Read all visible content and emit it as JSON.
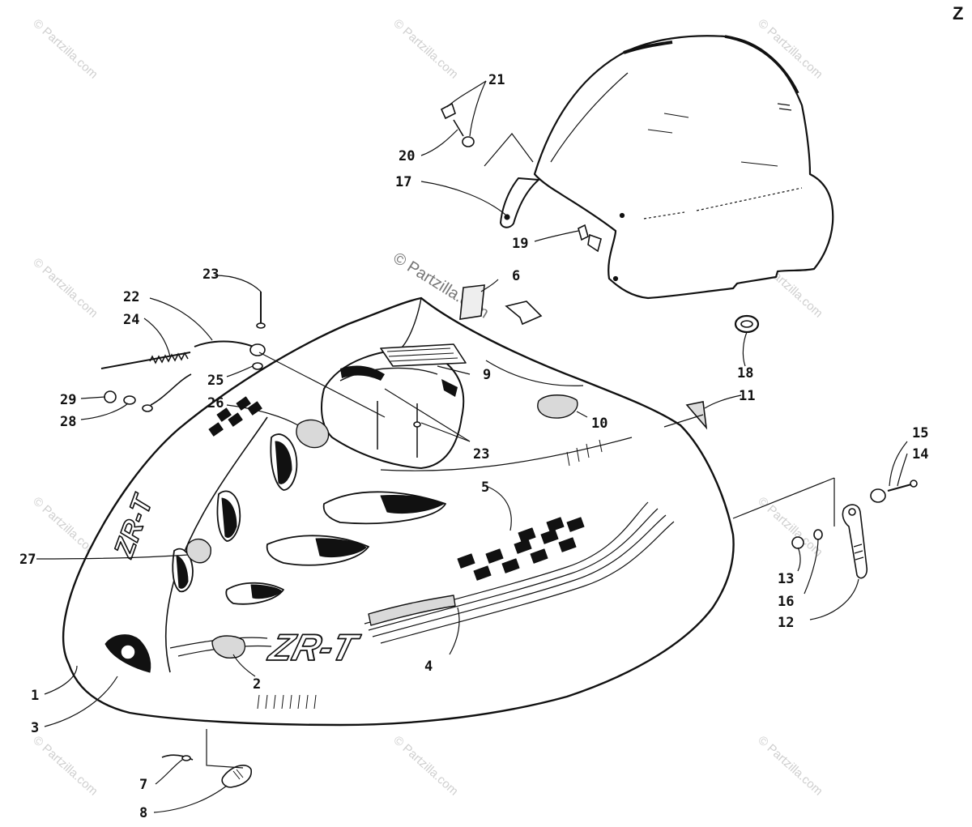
{
  "corner_tag": "Z",
  "watermark": {
    "small": "© Partzilla.com",
    "center": "© Partzilla.com"
  },
  "decals": {
    "side_logo": "ZR-T",
    "front_logo": "ZR-T"
  },
  "callouts": {
    "c1": "1",
    "c2": "2",
    "c3": "3",
    "c4": "4",
    "c5": "5",
    "c6": "6",
    "c7": "7",
    "c8": "8",
    "c9": "9",
    "c10": "10",
    "c11": "11",
    "c12": "12",
    "c13": "13",
    "c14": "14",
    "c15": "15",
    "c16": "16",
    "c17": "17",
    "c18": "18",
    "c19": "19",
    "c20": "20",
    "c21": "21",
    "c22": "22",
    "c23a": "23",
    "c23b": "23",
    "c24": "24",
    "c25": "25",
    "c26": "26",
    "c27": "27",
    "c28": "28",
    "c29": "29"
  }
}
